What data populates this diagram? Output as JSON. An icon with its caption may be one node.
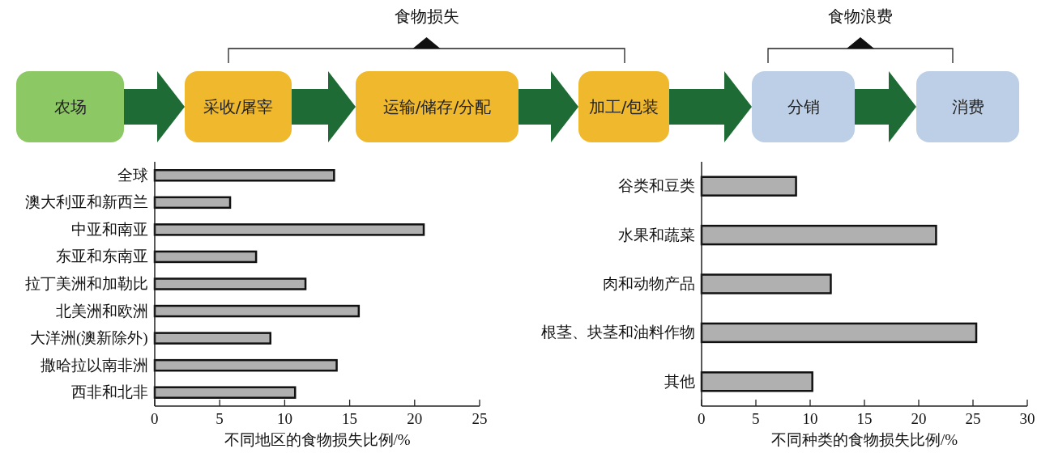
{
  "diagram": {
    "nodes": [
      {
        "text": [
          "农场"
        ]
      },
      {
        "text": [
          "采收/屠宰"
        ]
      },
      {
        "text": [
          "运输/储存/分配"
        ]
      },
      {
        "text": [
          "加工/包装"
        ]
      },
      {
        "text": [
          "分销"
        ]
      },
      {
        "text": [
          "消费"
        ]
      }
    ],
    "edges": [
      {
        "from": 0,
        "to": 1,
        "arrow": "to"
      },
      {
        "from": 1,
        "to": 2,
        "arrow": "to"
      },
      {
        "from": 2,
        "to": 3,
        "arrow": "to"
      },
      {
        "from": 3,
        "to": 4,
        "arrow": "to"
      },
      {
        "from": 4,
        "to": 5,
        "arrow": "to"
      }
    ],
    "labels": [
      "食物损失",
      "食物浪费"
    ],
    "chart_data": [
      {
        "type": "bar",
        "orientation": "horizontal",
        "xlabel": "不同地区的食物损失比例/%",
        "categories": [
          "全球",
          "澳大利亚和新西兰",
          "中亚和南亚",
          "东亚和东南亚",
          "拉丁美洲和加勒比",
          "北美洲和欧洲",
          "大洋洲(澳新除外)",
          "撒哈拉以南非洲",
          "西非和北非"
        ],
        "values": [
          13.8,
          5.8,
          20.7,
          7.8,
          11.6,
          15.7,
          8.9,
          14.0,
          10.8
        ],
        "xlim": [
          0,
          25
        ],
        "xticks": [
          0,
          5,
          10,
          15,
          20,
          25
        ]
      },
      {
        "type": "bar",
        "orientation": "horizontal",
        "xlabel": "不同种类的食物损失比例/%",
        "categories": [
          "谷类和豆类",
          "水果和蔬菜",
          "肉和动物产品",
          "根茎、块茎和油料作物",
          "其他"
        ],
        "values": [
          8.7,
          21.6,
          11.9,
          25.3,
          10.2
        ],
        "xlim": [
          0,
          30
        ],
        "xticks": [
          0,
          5,
          10,
          15,
          20,
          25,
          30
        ]
      }
    ]
  }
}
